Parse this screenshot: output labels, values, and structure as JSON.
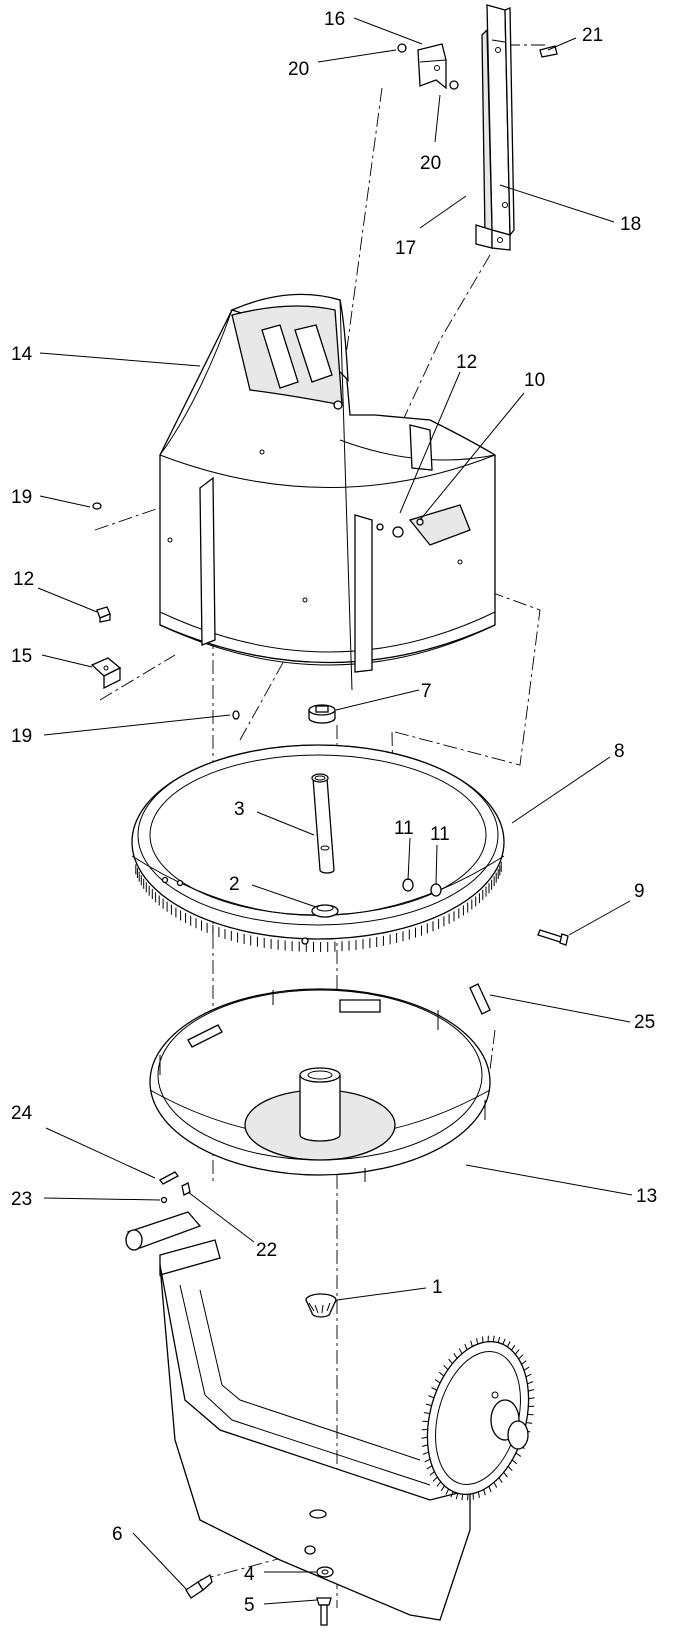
{
  "callouts": {
    "c1": "1",
    "c2": "2",
    "c3": "3",
    "c4": "4",
    "c5": "5",
    "c6": "6",
    "c7": "7",
    "c8": "8",
    "c9": "9",
    "c10": "10",
    "c11a": "11",
    "c11b": "11",
    "c12a": "12",
    "c12b": "12",
    "c13": "13",
    "c14": "14",
    "c15": "15",
    "c16": "16",
    "c17": "17",
    "c18": "18",
    "c19a": "19",
    "c19b": "19",
    "c20a": "20",
    "c20b": "20",
    "c21": "21",
    "c22": "22",
    "c23": "23",
    "c24": "24",
    "c25": "25"
  }
}
